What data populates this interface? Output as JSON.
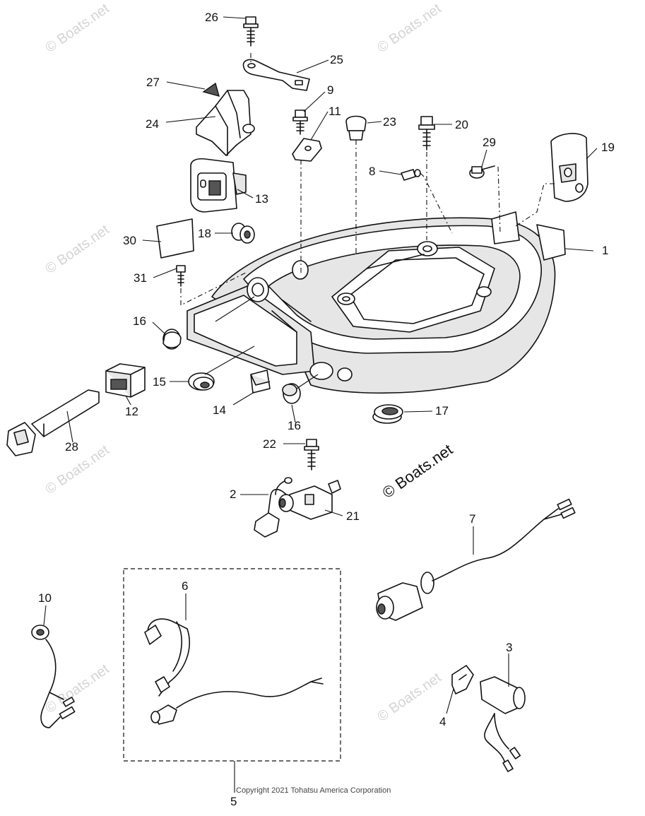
{
  "watermark": {
    "faint": "© Boats.net",
    "main": "© Boats.net"
  },
  "copyright": "Copyright 2021 Tohatsu America Corporation",
  "callouts": [
    "1",
    "2",
    "3",
    "4",
    "5",
    "6",
    "7",
    "8",
    "9",
    "10",
    "11",
    "12",
    "13",
    "14",
    "15",
    "16",
    "16",
    "17",
    "18",
    "19",
    "20",
    "21",
    "22",
    "23",
    "24",
    "25",
    "26",
    "27",
    "28",
    "29",
    "30",
    "31"
  ]
}
